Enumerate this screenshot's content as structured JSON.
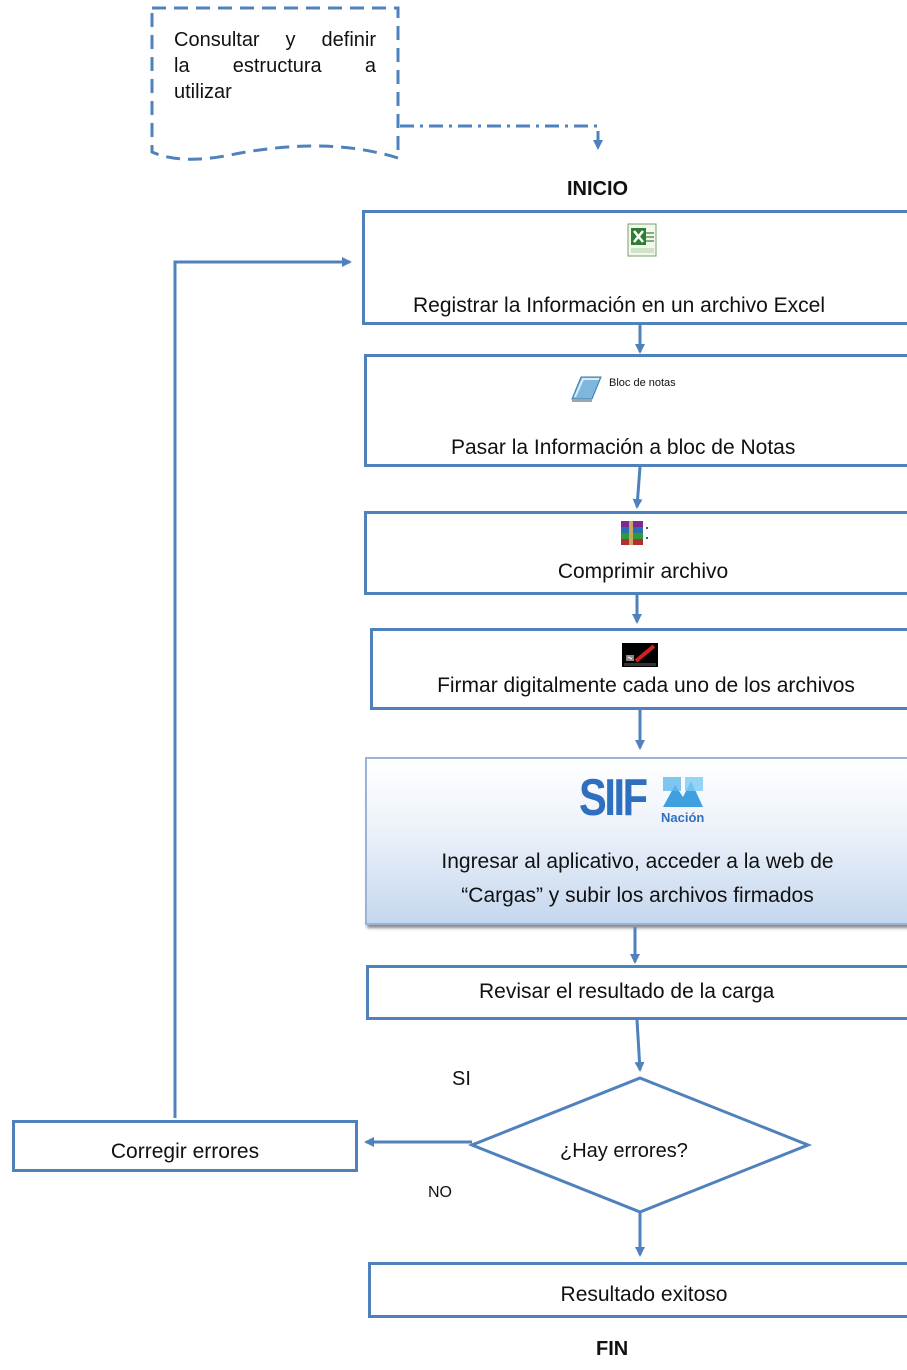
{
  "note": {
    "lines": [
      "Consultar y definir",
      "la estructura a",
      "utilizar"
    ]
  },
  "start_label": "INICIO",
  "end_label": "FIN",
  "steps": [
    {
      "label": "Registrar la Información en un archivo Excel",
      "icon": "excel-icon"
    },
    {
      "label": "Pasar la Información a bloc de Notas",
      "icon": "notepad-icon",
      "icon_caption": "Bloc de notas"
    },
    {
      "label": "Comprimir archivo",
      "icon": "winrar-icon"
    },
    {
      "label": "Firmar digitalmente cada uno de los archivos",
      "icon": "certifirma-icon"
    },
    {
      "label_line1": "Ingresar al aplicativo, acceder a la web de",
      "label_line2": "“Cargas” y subir los archivos firmados",
      "icon": "siif-nacion-logo",
      "logo_text": "SIIF",
      "logo_subtext": "Nación"
    },
    {
      "label": "Revisar el resultado de la carga"
    }
  ],
  "decision": {
    "label": "¿Hay errores?",
    "yes_label": "SI",
    "no_label": "NO"
  },
  "error_box": {
    "label": "Corregir errores"
  },
  "success_box": {
    "label": "Resultado exitoso"
  },
  "colors": {
    "line": "#4f81bd",
    "box_border": "#4f81bd"
  }
}
